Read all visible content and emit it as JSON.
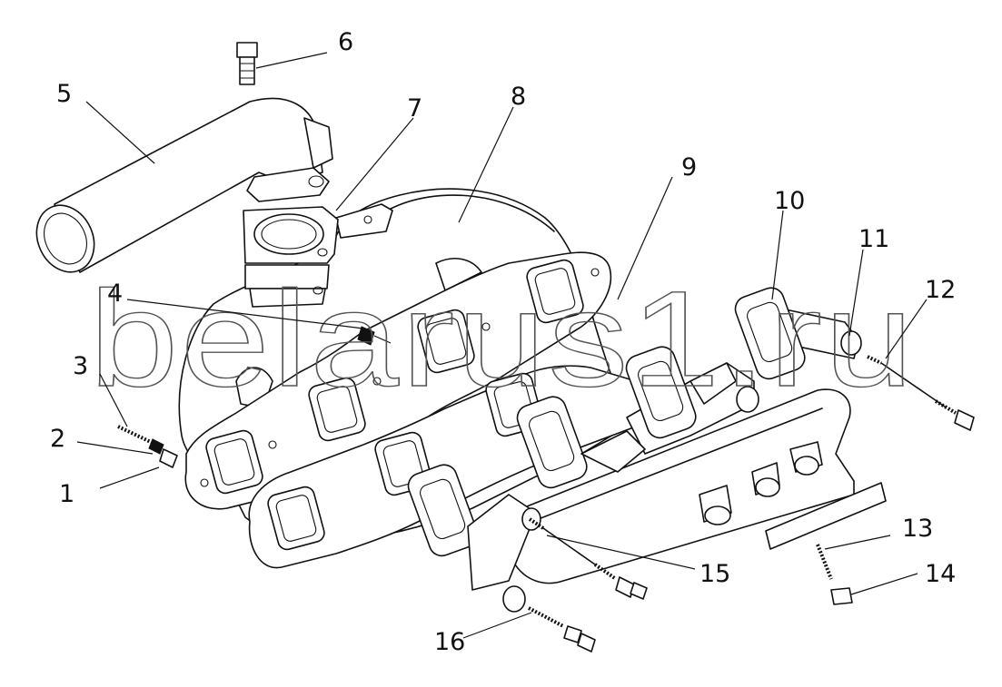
{
  "watermark": "belarus1.ru",
  "callouts": [
    {
      "id": "1",
      "label": "1"
    },
    {
      "id": "2",
      "label": "2"
    },
    {
      "id": "3",
      "label": "3"
    },
    {
      "id": "4",
      "label": "4"
    },
    {
      "id": "5",
      "label": "5"
    },
    {
      "id": "6",
      "label": "6"
    },
    {
      "id": "7",
      "label": "7"
    },
    {
      "id": "8",
      "label": "8"
    },
    {
      "id": "9",
      "label": "9"
    },
    {
      "id": "10",
      "label": "10"
    },
    {
      "id": "11",
      "label": "11"
    },
    {
      "id": "12",
      "label": "12"
    },
    {
      "id": "13",
      "label": "13"
    },
    {
      "id": "14",
      "label": "14"
    },
    {
      "id": "15",
      "label": "15"
    },
    {
      "id": "16",
      "label": "16"
    }
  ]
}
